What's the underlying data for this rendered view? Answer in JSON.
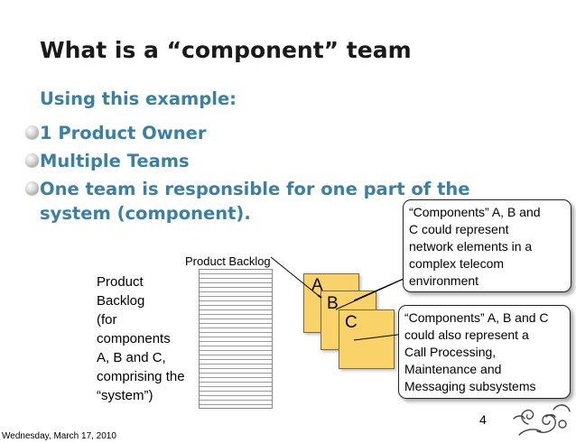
{
  "slide": {
    "title": "What is a “component” team",
    "intro": "Using this example:",
    "bullets": [
      "1 Product Owner",
      "Multiple Teams",
      "One team is responsible for one part of the",
      "system (component)."
    ],
    "product_backlog_label": "Product Backlog",
    "backlog_description": [
      "Product",
      "Backlog",
      "(for",
      "components",
      "A, B and C,",
      "comprising the",
      "“system”)"
    ],
    "components": [
      "A",
      "B",
      "C"
    ],
    "callout_1": [
      "“Components” A, B and",
      "C could represent",
      "network elements in a",
      "complex telecom",
      "environment"
    ],
    "callout_2": [
      "“Components” A, B and C",
      "could also represent a",
      "Call Processing,",
      "Maintenance and",
      "Messaging subsystems"
    ],
    "page_number": "4"
  },
  "footer": {
    "date": "Wednesday, March 17, 2010"
  },
  "colors": {
    "bullet_text": "#3a7fa6",
    "component_fill": "#fad26a"
  },
  "icons": [
    "bullet-sphere-icon",
    "decorative-swirl-icon"
  ]
}
